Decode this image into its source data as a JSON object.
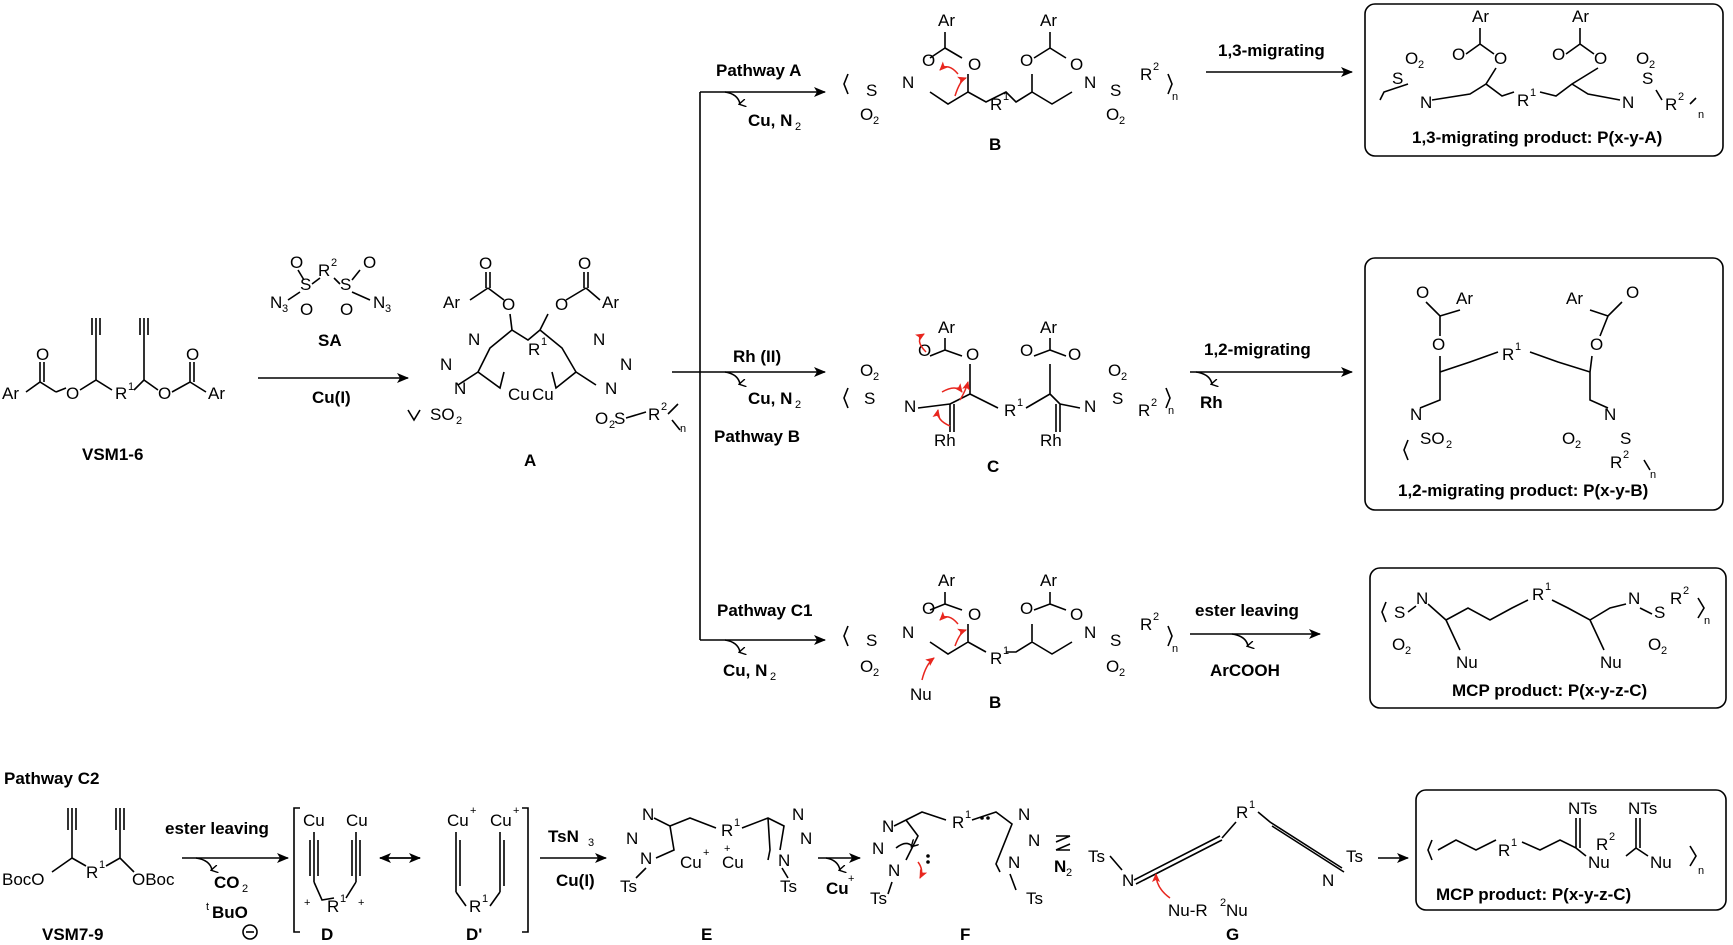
{
  "compounds": {
    "vsm16": "VSM1-6",
    "vsm79": "VSM7-9",
    "A": "A",
    "B_top": "B",
    "C": "C",
    "B_bottom": "B",
    "D": "D",
    "D_prime": "D'",
    "E": "E",
    "F": "F",
    "G": "G"
  },
  "reagents": {
    "sa": "SA",
    "cu1": "Cu(I)",
    "cu1_bottom": "Cu(I)",
    "rh2": "Rh (II)",
    "cu_n2_a": "Cu, N",
    "cu_n2_b": "Cu, N",
    "cu_n2_c": "Cu, N",
    "rh_release": "Rh",
    "ester_leaving": "ester leaving",
    "ester_leaving_c2": "ester leaving",
    "arcooh": "ArCOOH",
    "co2": "CO",
    "tbuo": "BuO",
    "tsn3": "TsN",
    "cu_plus_release": "Cu",
    "n2_release": "N"
  },
  "pathways": {
    "a": "Pathway A",
    "b": "Pathway B",
    "c1": "Pathway C1",
    "c2": "Pathway C2",
    "migrate13": "1,3-migrating",
    "migrate12": "1,2-migrating"
  },
  "products": {
    "p13": "1,3-migrating product: P(x-y-A)",
    "p12": "1,2-migrating product: P(x-y-B)",
    "mcp_c": "MCP product: P(x-y-z-C)",
    "mcp_c2": "MCP product: P(x-y-z-C)"
  },
  "atoms": {
    "ar": "Ar",
    "o": "O",
    "n": "N",
    "s": "S",
    "cu": "Cu",
    "rh": "Rh",
    "nu": "Nu",
    "ts": "Ts",
    "nts": "NTs",
    "boc_left": "BocO",
    "boc_right": "OBoc",
    "r": "R",
    "n_sub": "n",
    "so2": "SO",
    "o2": "O",
    "n3": "N",
    "nu_r2_nu": "Nu-R"
  }
}
